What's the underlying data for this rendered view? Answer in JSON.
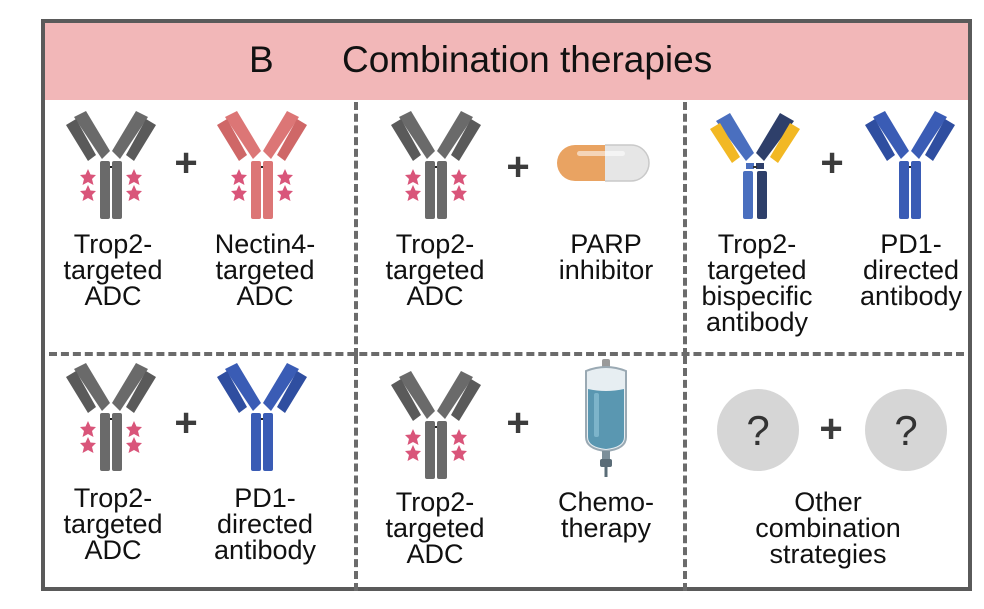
{
  "banner": {
    "letter": "B",
    "title": "Combination therapies"
  },
  "colors": {
    "banner_bg": "#f2b7b8",
    "adc_antibody": "#6a6a6a",
    "adc_payload": "#d9557a",
    "nectin4_antibody": "#dc7676",
    "pd1_antibody": "#3a5cb5",
    "bispecific_arm_a": "#4a6fbf",
    "bispecific_arm_b": "#2e3f6a",
    "bispecific_accent": "#f2b824",
    "pill_orange": "#e9a362",
    "pill_white": "#e6e6e6",
    "unknown_circle": "#d6d6d6",
    "border": "#5a5a5a"
  },
  "plus": "+",
  "cells": [
    {
      "agents": [
        {
          "icon": "adc-antibody-icon",
          "label": "Trop2-\ntargeted\nADC"
        },
        {
          "icon": "nectin4-adc-antibody-icon",
          "label": "Nectin4-\ntargeted\nADC"
        }
      ]
    },
    {
      "agents": [
        {
          "icon": "adc-antibody-icon",
          "label": "Trop2-\ntargeted\nADC"
        },
        {
          "icon": "pill-capsule-icon",
          "label": "PARP\ninhibitor"
        }
      ]
    },
    {
      "agents": [
        {
          "icon": "bispecific-antibody-icon",
          "label": "Trop2-\ntargeted\nbispecific\nantibody"
        },
        {
          "icon": "pd1-antibody-icon",
          "label": "PD1-\ndirected\nantibody"
        }
      ]
    },
    {
      "agents": [
        {
          "icon": "adc-antibody-icon",
          "label": "Trop2-\ntargeted\nADC"
        },
        {
          "icon": "pd1-antibody-icon",
          "label": "PD1-\ndirected\nantibody"
        }
      ]
    },
    {
      "agents": [
        {
          "icon": "adc-antibody-icon",
          "label": "Trop2-\ntargeted\nADC"
        },
        {
          "icon": "iv-bag-icon",
          "label": "Chemo-\ntherapy"
        }
      ]
    },
    {
      "agents": [
        {
          "icon": "question-mark-icon",
          "symbol": "?"
        },
        {
          "icon": "question-mark-icon",
          "symbol": "?"
        }
      ],
      "label": "Other combination\nstrategies"
    }
  ]
}
